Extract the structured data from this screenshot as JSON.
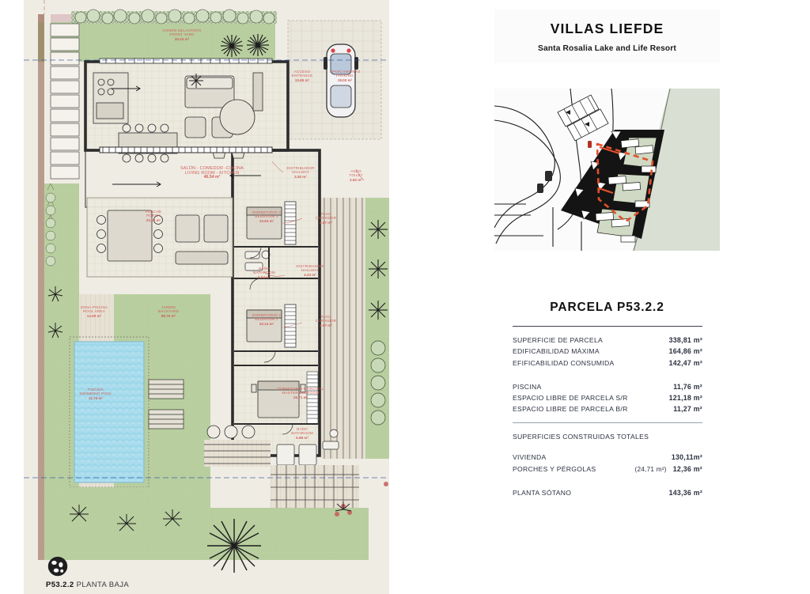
{
  "header": {
    "title": "VILLAS LIEFDE",
    "subtitle": "Santa Rosalia Lake and Life Resort"
  },
  "parcel": {
    "title": "PARCELA P53.2.2",
    "specs_primary": [
      {
        "label": "SUPERFICIE DE  PARCELA",
        "value": "338,81 m²"
      },
      {
        "label": "EDIFICABILIDAD MÁXIMA",
        "value": "164,86 m²"
      },
      {
        "label": "EFIFICABILIDAD CONSUMIDA",
        "value": "142,47 m²"
      }
    ],
    "specs_secondary": [
      {
        "label": "PISCINA",
        "value": "11,76 m²"
      },
      {
        "label": "ESPACIO LIBRE DE PARCELA S/R",
        "value": "121,18 m²"
      },
      {
        "label": "ESPACIO LIBRE DE PARCELA B/R",
        "value": "11,27 m²"
      }
    ],
    "totals_heading": "SUPERFICIES CONSTRUIDAS TOTALES",
    "totals": [
      {
        "label": "VIVIENDA",
        "paren": "",
        "value": "130,11m²"
      },
      {
        "label": "PORCHES Y PÉRGOLAS",
        "paren": "(24,71 m²)",
        "value": "12,36 m²"
      }
    ],
    "basement": {
      "label": "PLANTA SÓTANO",
      "paren": "",
      "value": "143,36 m²"
    }
  },
  "plan": {
    "sheet_code": "P53.2.2",
    "sheet_title": "PLANTA BAJA",
    "rooms": [
      {
        "id": "front-yard",
        "es": "JARDÍN DELANTERO",
        "en": "FRONT YARD",
        "area": "30.43 m²"
      },
      {
        "id": "entrance",
        "es": "ACCESO",
        "en": "ENTRANCE",
        "area": "10.65 m²"
      },
      {
        "id": "parking",
        "es": "APARCAMIENTO",
        "en": "PARKING",
        "area": "18.00 m²"
      },
      {
        "id": "living",
        "es": "SALÓN - COMEDOR -COCINA",
        "en": "LIVING ROOM - KITCHEN",
        "area": "46.54 m²"
      },
      {
        "id": "hallway-1",
        "es": "DISTRIBUIDOR",
        "en": "HALLWAY",
        "area": "3.30 m²"
      },
      {
        "id": "toilet",
        "es": "ASEO",
        "en": "TOILET",
        "area": "2.92 m²"
      },
      {
        "id": "porch",
        "es": "PORCHE",
        "en": "PORCH",
        "area": "23.82 m²"
      },
      {
        "id": "bedroom-3",
        "es": "DORMITORIO 3",
        "en": "BEDROOM 3",
        "area": "10.94 m²"
      },
      {
        "id": "corridor-1",
        "es": "PASO",
        "en": "CORRIDOR",
        "area": "2.67 m²"
      },
      {
        "id": "bathroom-1",
        "es": "BAÑO",
        "en": "BATHROOM",
        "area": "5.54 m²"
      },
      {
        "id": "hallway-2",
        "es": "DISTRIBUIDOR",
        "en": "HALLWAY",
        "area": "4.23 m²"
      },
      {
        "id": "pool-area",
        "es": "ZONA PISCINA",
        "en": "POOL AREA",
        "area": "12.00 m²"
      },
      {
        "id": "backyard",
        "es": "JARDÍN",
        "en": "BACKYARD",
        "area": "88.75 m²"
      },
      {
        "id": "bedroom-2",
        "es": "DORMITORIO 2",
        "en": "BEDROOM 2",
        "area": "10.14 m²"
      },
      {
        "id": "corridor-2",
        "es": "PASO",
        "en": "CORRIDOR",
        "area": "2.57 m²"
      },
      {
        "id": "swimming-pool",
        "es": "PISCINA",
        "en": "SWIMMING POOL",
        "area": "11.76 m²"
      },
      {
        "id": "master",
        "es": "DORMITORIO PRINCIPAL",
        "en": "MASTER BEDROOM",
        "area": "15.71 m²"
      },
      {
        "id": "bathroom-2",
        "es": "BAÑO",
        "en": "BATHROOM",
        "area": "5.98 m²"
      }
    ]
  },
  "colors": {
    "plan_background": "#efece4",
    "garden_green": "#b9cfa0",
    "pool_blue": "#a9dcec",
    "label_red": "#d0605a",
    "wall_dark": "#2c2c2c",
    "terrace_pink": "#d9b9bd",
    "site_land": "#d9dfd2",
    "site_highlight": "#e2502a",
    "text_dark": "#2c3140"
  }
}
